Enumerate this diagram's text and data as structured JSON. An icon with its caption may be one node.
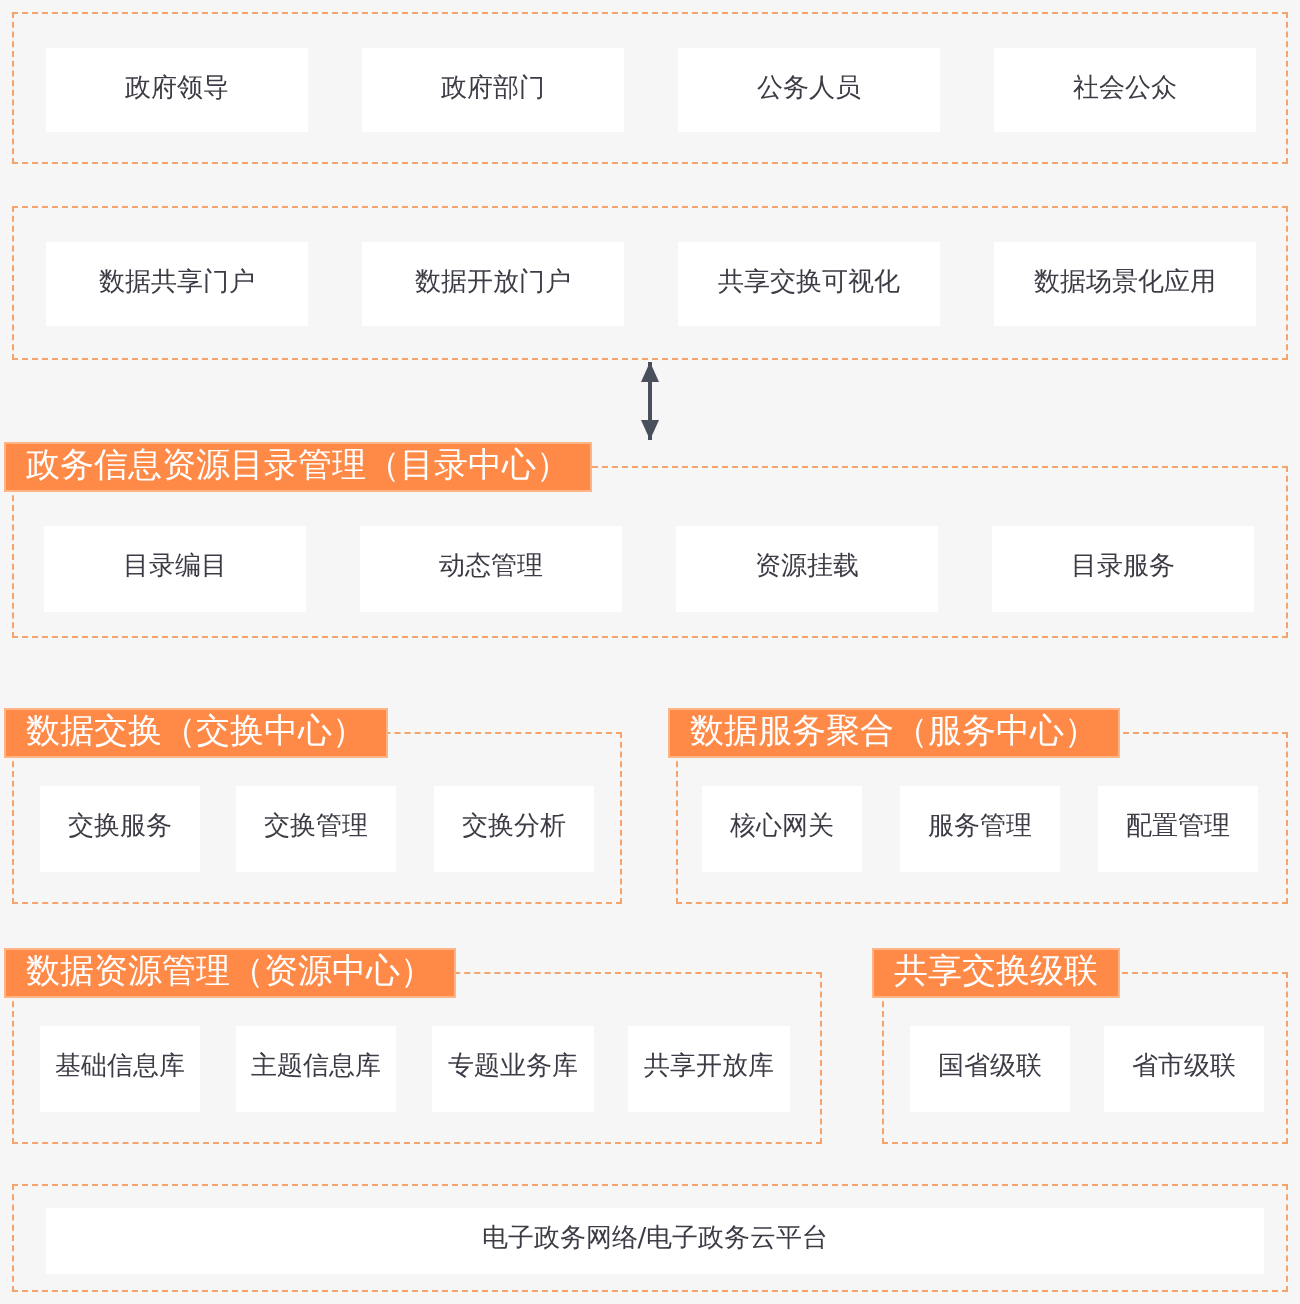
{
  "diagram": {
    "nodes": [
      {
        "text": [],
        "shape": "box"
      },
      {
        "text": [
          "政府领导"
        ],
        "in": 0
      },
      {
        "text": [
          "政府部门"
        ],
        "in": 0
      },
      {
        "text": [
          "公务人员"
        ],
        "in": 0
      },
      {
        "text": [
          "社会公众"
        ],
        "in": 0
      },
      {
        "text": [],
        "shape": "box"
      },
      {
        "text": [
          "数据共享门户"
        ],
        "in": 5
      },
      {
        "text": [
          "数据开放门户"
        ],
        "in": 5
      },
      {
        "text": [
          "共享交换可视化"
        ],
        "in": 5
      },
      {
        "text": [
          "数据场景化应用"
        ],
        "in": 5
      },
      {
        "text": [
          "政务信息资源目录管理（目录中心）"
        ]
      },
      {
        "text": [
          "目录编目"
        ],
        "in": 10
      },
      {
        "text": [
          "动态管理"
        ],
        "in": 10
      },
      {
        "text": [
          "资源挂载"
        ],
        "in": 10
      },
      {
        "text": [
          "目录服务"
        ],
        "in": 10
      },
      {
        "text": [
          "数据交换（交换中心）"
        ]
      },
      {
        "text": [
          "交换服务"
        ],
        "in": 15
      },
      {
        "text": [
          "交换管理"
        ],
        "in": 15
      },
      {
        "text": [
          "交换分析"
        ],
        "in": 15
      },
      {
        "text": [
          "数据服务聚合（服务中心）"
        ]
      },
      {
        "text": [
          "核心网关"
        ],
        "in": 19
      },
      {
        "text": [
          "服务管理"
        ],
        "in": 19
      },
      {
        "text": [
          "配置管理"
        ],
        "in": 19
      },
      {
        "text": [
          "数据资源管理（资源中心）"
        ]
      },
      {
        "text": [
          "基础信息库"
        ],
        "in": 23
      },
      {
        "text": [
          "主题信息库"
        ],
        "in": 23
      },
      {
        "text": [
          "专题业务库"
        ],
        "in": 23
      },
      {
        "text": [
          "共享开放库"
        ],
        "in": 23
      },
      {
        "text": [
          "共享交换级联"
        ]
      },
      {
        "text": [
          "国省级联"
        ],
        "in": 28
      },
      {
        "text": [
          "省市级联"
        ],
        "in": 28
      },
      {
        "text": [],
        "shape": "box"
      },
      {
        "text": [
          "电子政务网络/电子政务云平台"
        ],
        "in": 31
      }
    ],
    "edges": [
      {
        "from": 5,
        "to": 10,
        "arrow": "both"
      }
    ]
  }
}
